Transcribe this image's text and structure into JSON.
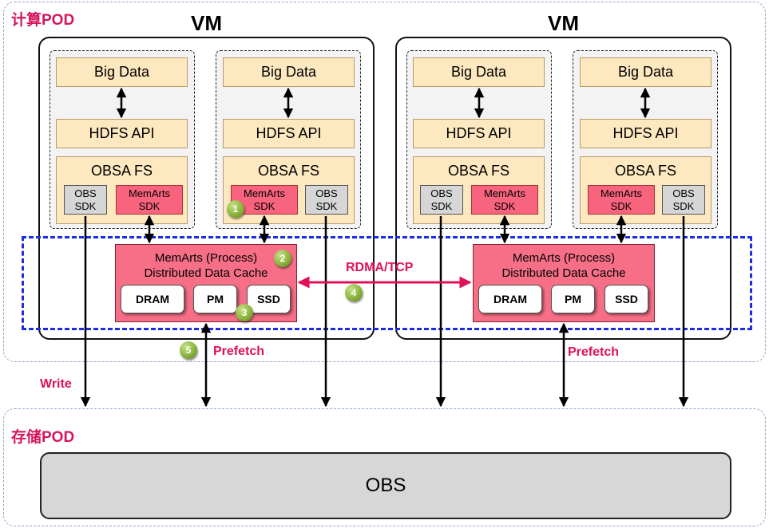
{
  "compute_pod": {
    "title": "计算POD"
  },
  "storage_pod": {
    "title": "存储POD"
  },
  "vms": [
    {
      "title": "VM",
      "stacks": [
        {
          "big_data": "Big Data",
          "hdfs_api": "HDFS API",
          "obsa_fs": "OBSA FS",
          "sdk_left": {
            "line1": "OBS",
            "line2": "SDK"
          },
          "sdk_right": {
            "line1": "MemArts",
            "line2": "SDK"
          }
        },
        {
          "big_data": "Big Data",
          "hdfs_api": "HDFS API",
          "obsa_fs": "OBSA FS",
          "sdk_left": {
            "line1": "MemArts",
            "line2": "SDK"
          },
          "sdk_right": {
            "line1": "OBS",
            "line2": "SDK"
          }
        }
      ],
      "memarts": {
        "line1": "MemArts (Process)",
        "line2": "Distributed Data Cache",
        "storage": [
          "DRAM",
          "PM",
          "SSD"
        ]
      }
    },
    {
      "title": "VM",
      "stacks": [
        {
          "big_data": "Big Data",
          "hdfs_api": "HDFS API",
          "obsa_fs": "OBSA FS",
          "sdk_left": {
            "line1": "OBS",
            "line2": "SDK"
          },
          "sdk_right": {
            "line1": "MemArts",
            "line2": "SDK"
          }
        },
        {
          "big_data": "Big Data",
          "hdfs_api": "HDFS API",
          "obsa_fs": "OBSA FS",
          "sdk_left": {
            "line1": "MemArts",
            "line2": "SDK"
          },
          "sdk_right": {
            "line1": "OBS",
            "line2": "SDK"
          }
        }
      ],
      "memarts": {
        "line1": "MemArts (Process)",
        "line2": "Distributed Data Cache",
        "storage": [
          "DRAM",
          "PM",
          "SSD"
        ]
      }
    }
  ],
  "labels": {
    "rdma_tcp": "RDMA/TCP",
    "prefetch_left": "Prefetch",
    "prefetch_right": "Prefetch",
    "write": "Write"
  },
  "steps": [
    "1",
    "2",
    "3",
    "4",
    "5"
  ],
  "obs": {
    "label": "OBS"
  },
  "colors": {
    "accent_pink": "#e0105a",
    "cache_pink": "#f66f86",
    "sdk_pink": "#f8637e",
    "component_tan": "#fde8bf",
    "sdk_gray": "#d6d6d6",
    "cache_boundary_blue": "#1a2ee0",
    "step_green": "#8cb43c",
    "obs_gray": "#d7d7d7"
  }
}
